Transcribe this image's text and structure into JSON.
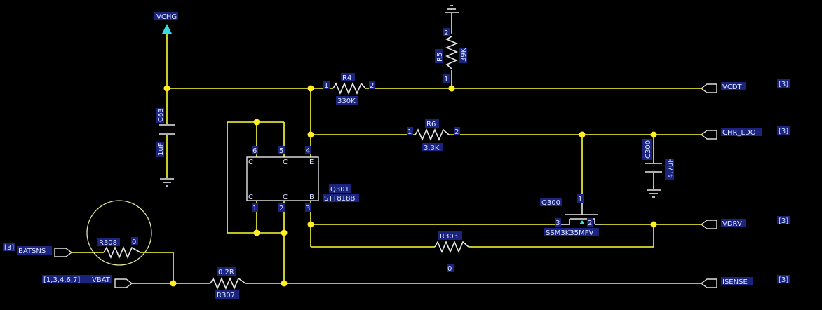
{
  "nets": {
    "vchg": "VCHG",
    "vcdt": "VCDT",
    "chr_ldo": "CHR_LDO",
    "vdrv": "VDRV",
    "isense": "ISENSE",
    "batsns": "BATSNS",
    "vbat": "VBAT",
    "ref_vcdt": "[3]",
    "ref_chr_ldo": "[3]",
    "ref_vdrv": "[3]",
    "ref_isense": "[3]",
    "ref_batsns": "[3]",
    "ref_vbat": "[1,3,4,6,7]"
  },
  "components": {
    "c63": {
      "ref": "C63",
      "value": "1uF"
    },
    "r4": {
      "ref": "R4",
      "value": "330K",
      "pin1": "1",
      "pin2": "2"
    },
    "r5": {
      "ref": "R5",
      "value": "39K",
      "pin1": "1",
      "pin2": "2"
    },
    "r6": {
      "ref": "R6",
      "value": "3.3K",
      "pin1": "1",
      "pin2": "2"
    },
    "c300": {
      "ref": "C300",
      "value": "4.7uF"
    },
    "q301": {
      "ref": "Q301",
      "value": "STT818B",
      "pins": {
        "p1": "1",
        "p2": "2",
        "p3": "3",
        "p4": "4",
        "p5": "5",
        "p6": "6"
      },
      "letters": {
        "c_tl": "C",
        "c_tm": "C",
        "e": "E",
        "c_bl": "C",
        "c_bm": "C",
        "b": "B"
      }
    },
    "q300": {
      "ref": "Q300",
      "value": "SSM3K35MFV",
      "pin1": "1",
      "pin2": "2",
      "pin3": "3"
    },
    "r303": {
      "ref": "R303",
      "value": "0"
    },
    "r308": {
      "ref": "R308",
      "value": "0"
    },
    "r307": {
      "ref": "R307",
      "value": "0.2R"
    }
  },
  "colors": {
    "wire": "#ffff33",
    "junction": "#ffee22",
    "label_bg": "#1a237e",
    "arrow": "#33dddd"
  }
}
